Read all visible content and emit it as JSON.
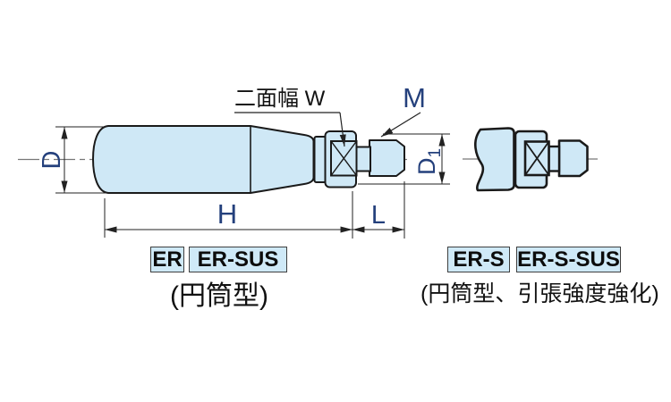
{
  "figure": {
    "type": "technical-drawing",
    "background": "#ffffff",
    "part_fill_color": "#cfe8f6",
    "outline_color": "#1a1a1a",
    "dimension_line_color": "#222222",
    "dimension_text_color": "#24407c",
    "annotation_text_color": "#111111",
    "centerline_color": "#777777"
  },
  "dimensions": {
    "grip_diameter": "D",
    "grip_length": "H",
    "stud_length": "L",
    "width_across_flats_label": "二面幅 W",
    "thread_label": "M",
    "boss_diameter_letter": "D",
    "boss_diameter_subscript": "1"
  },
  "left_variant": {
    "badges": [
      {
        "label": "ER"
      },
      {
        "label": "ER-SUS"
      }
    ],
    "caption": "(円筒型)"
  },
  "right_variant": {
    "badges": [
      {
        "label": "ER-S"
      },
      {
        "label": "ER-S-SUS"
      }
    ],
    "caption": "(円筒型、引張強度強化)"
  }
}
